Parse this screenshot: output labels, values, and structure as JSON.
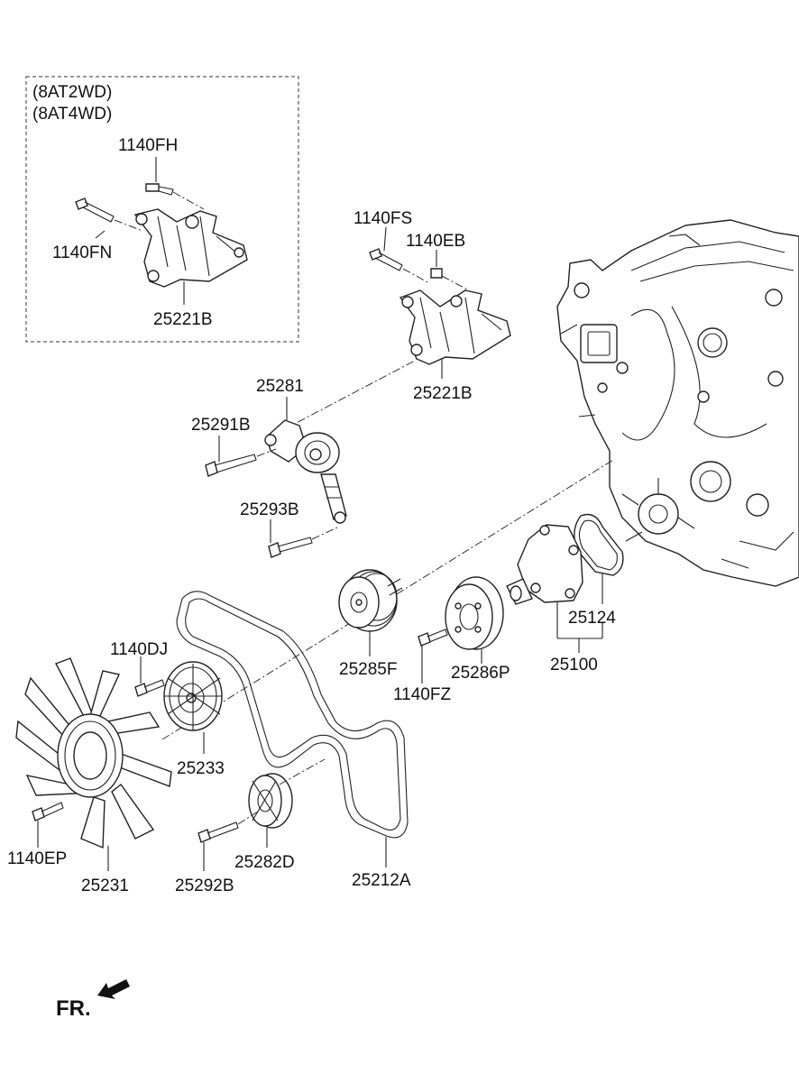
{
  "variant_box": {
    "lines": [
      "(8AT2WD)",
      "(8AT4WD)"
    ]
  },
  "labels": {
    "l_1140FH": "1140FH",
    "l_1140FN": "1140FN",
    "l_25221B_box": "25221B",
    "l_1140FS": "1140FS",
    "l_1140EB": "1140EB",
    "l_25221B": "25221B",
    "l_25281": "25281",
    "l_25291B": "25291B",
    "l_25293B": "25293B",
    "l_25124": "25124",
    "l_25100": "25100",
    "l_25285F": "25285F",
    "l_25286P": "25286P",
    "l_1140FZ": "1140FZ",
    "l_1140DJ": "1140DJ",
    "l_25233": "25233",
    "l_1140EP": "1140EP",
    "l_25231": "25231",
    "l_25292B": "25292B",
    "l_25282D": "25282D",
    "l_25212A": "25212A"
  },
  "front_marker": {
    "text": "FR.",
    "icon": "front-arrow-icon"
  }
}
